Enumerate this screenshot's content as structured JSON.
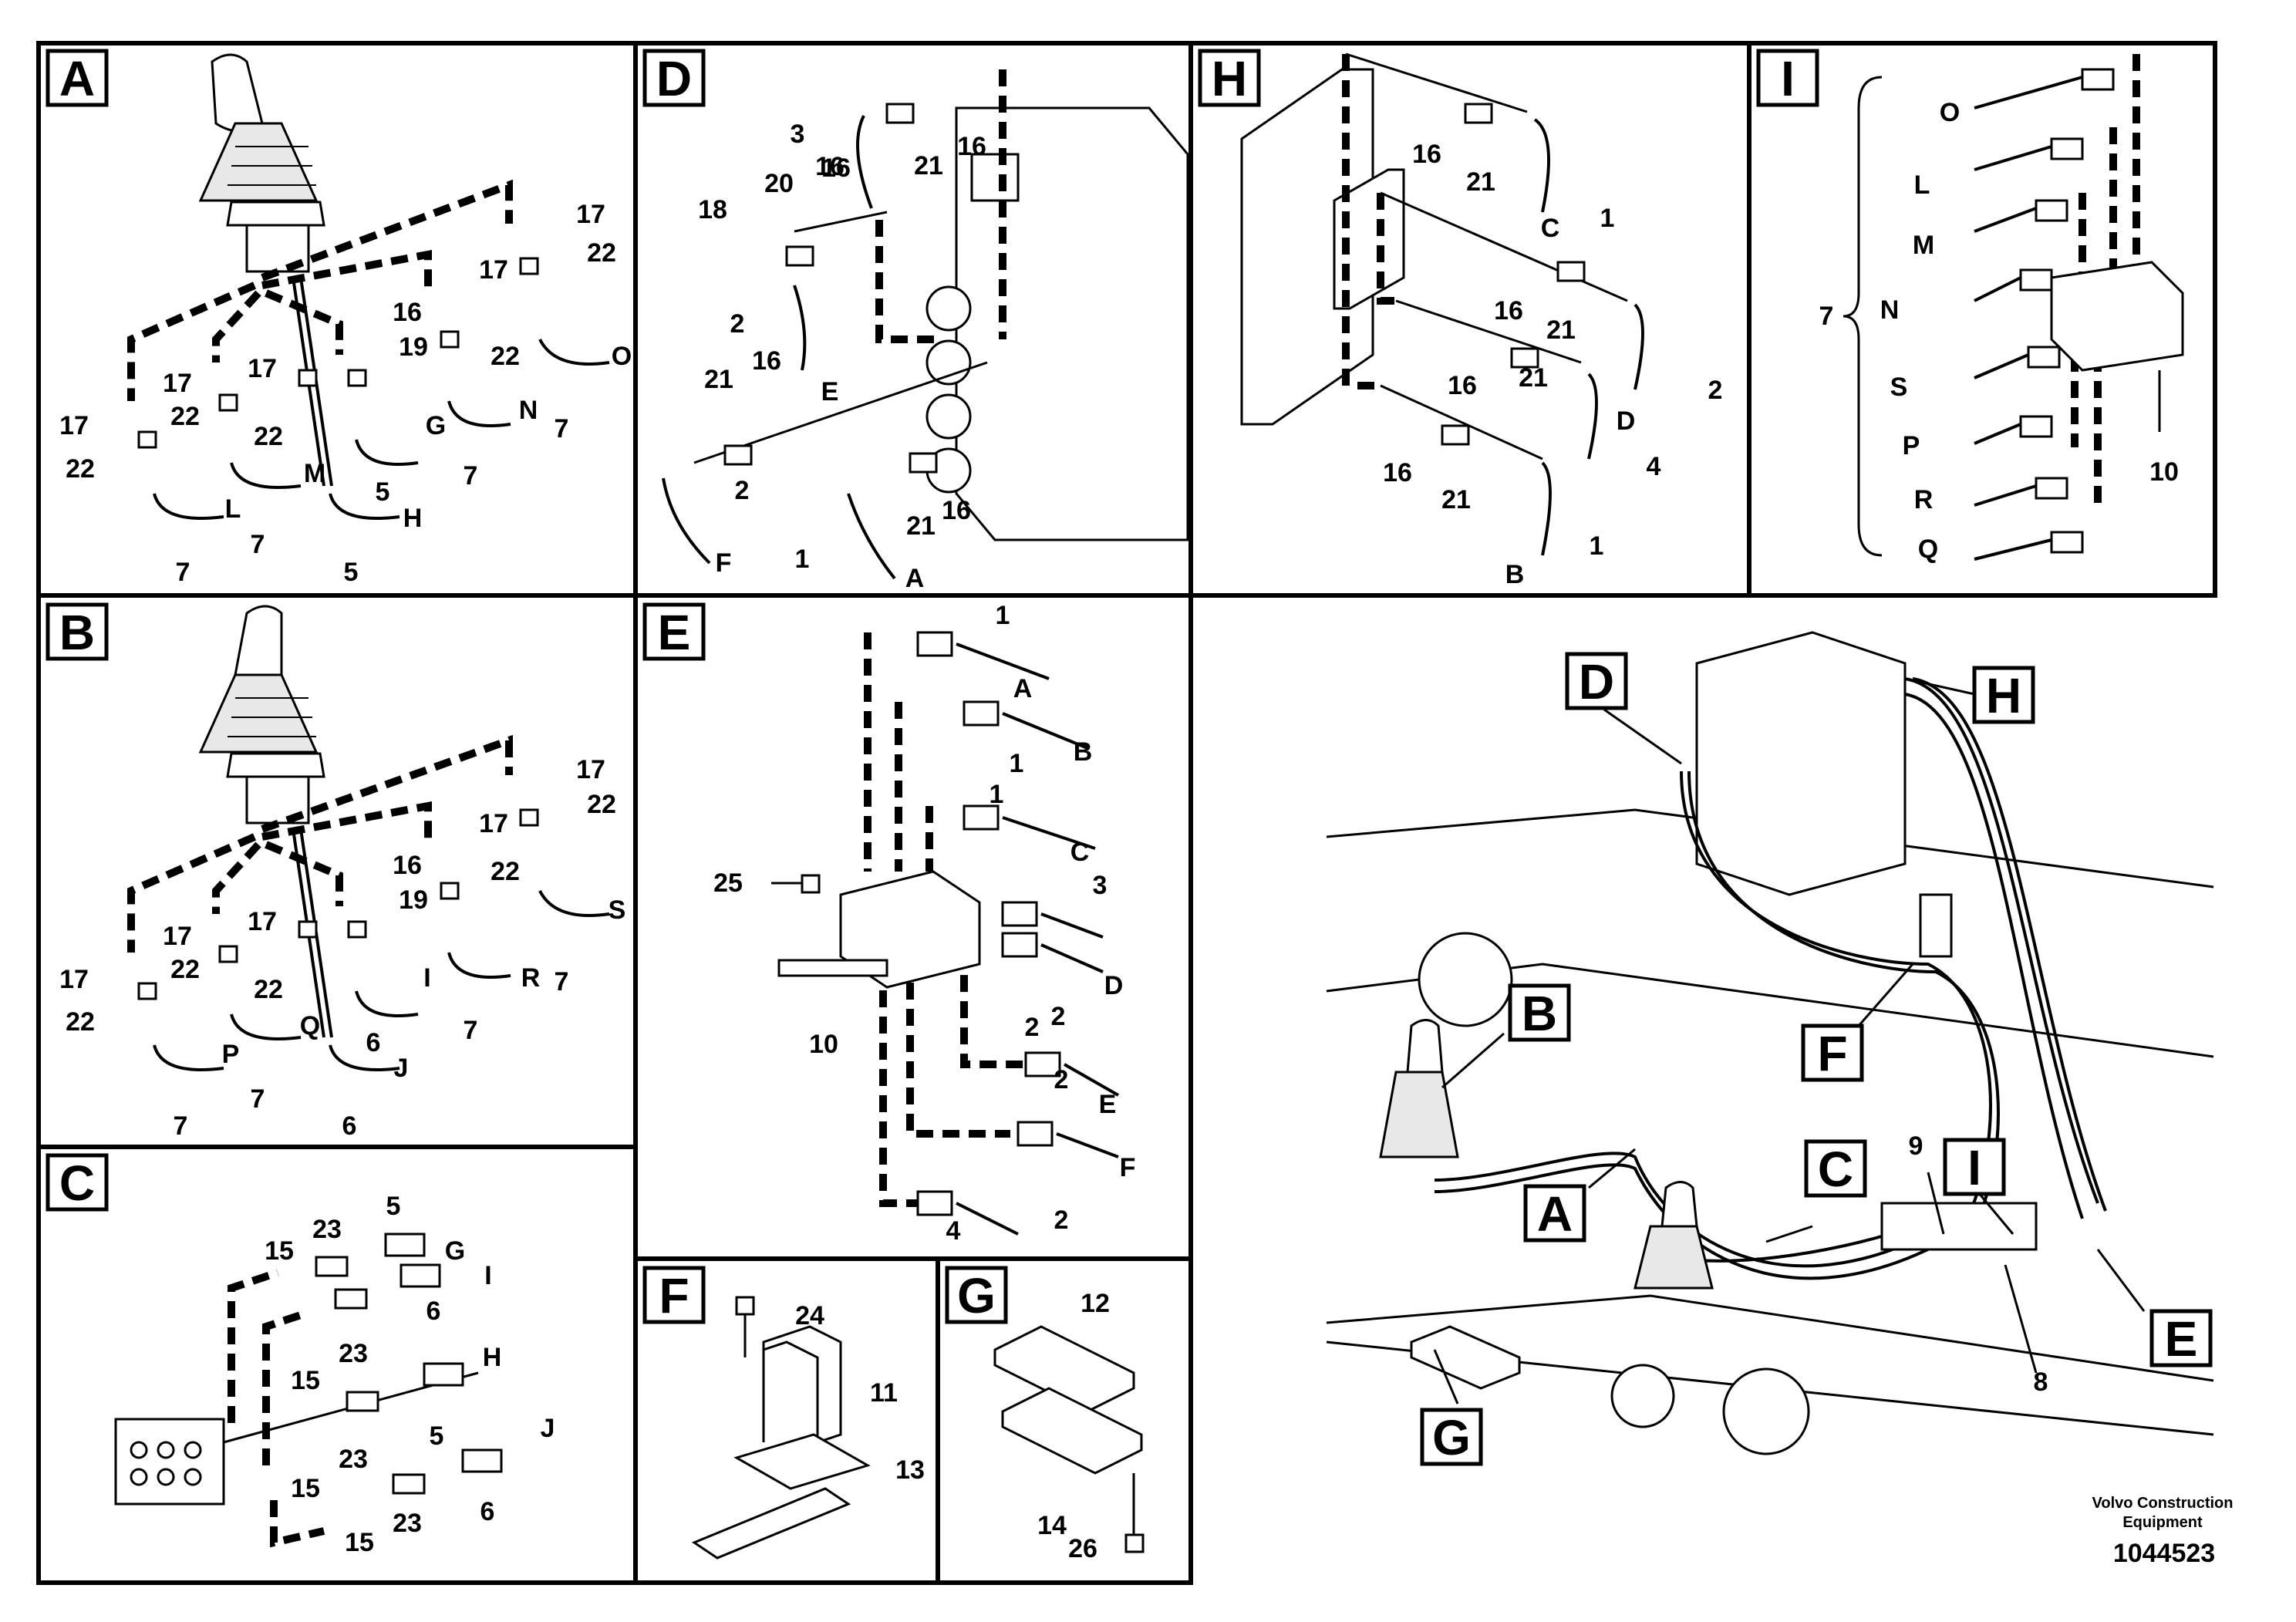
{
  "panels": [
    {
      "id": "A",
      "label": "A"
    },
    {
      "id": "B",
      "label": "B"
    },
    {
      "id": "C",
      "label": "C"
    },
    {
      "id": "D",
      "label": "D"
    },
    {
      "id": "E",
      "label": "E"
    },
    {
      "id": "F",
      "label": "F"
    },
    {
      "id": "G",
      "label": "G"
    },
    {
      "id": "H",
      "label": "H"
    },
    {
      "id": "I",
      "label": "I"
    }
  ],
  "callouts": {
    "A": [
      "17",
      "22",
      "17",
      "22",
      "17",
      "22",
      "16",
      "19",
      "17",
      "22",
      "17",
      "22",
      "7",
      "7",
      "5",
      "5",
      "7",
      "7",
      "L",
      "M",
      "H",
      "G",
      "N",
      "O"
    ],
    "B": [
      "17",
      "22",
      "17",
      "22",
      "17",
      "22",
      "16",
      "19",
      "17",
      "22",
      "17",
      "22",
      "7",
      "7",
      "6",
      "6",
      "7",
      "7",
      "P",
      "Q",
      "J",
      "I",
      "R",
      "S"
    ],
    "C": [
      "15",
      "23",
      "5",
      "G",
      "15",
      "23",
      "6",
      "I",
      "15",
      "23",
      "5",
      "H",
      "15",
      "23",
      "6",
      "J"
    ],
    "D": [
      "3",
      "16",
      "21",
      "16",
      "18",
      "20",
      "16",
      "2",
      "16",
      "E",
      "21",
      "2",
      "F",
      "1",
      "A",
      "21",
      "16"
    ],
    "E": [
      "1",
      "A",
      "1",
      "B",
      "1",
      "C",
      "3",
      "D",
      "2",
      "2",
      "E",
      "2",
      "F",
      "4",
      "2",
      "25",
      "10"
    ],
    "F": [
      "24",
      "11",
      "13"
    ],
    "G": [
      "12",
      "14",
      "26"
    ],
    "H": [
      "16",
      "21",
      "C",
      "1",
      "16",
      "21",
      "D",
      "2",
      "16",
      "21",
      "4",
      "16",
      "21",
      "B",
      "1"
    ],
    "I": [
      "O",
      "L",
      "M",
      "N",
      "S",
      "P",
      "R",
      "Q",
      "7",
      "10"
    ]
  },
  "overview": {
    "tags": [
      "D",
      "H",
      "B",
      "F",
      "A",
      "C",
      "I",
      "E",
      "G"
    ],
    "numbers": [
      "9",
      "8"
    ]
  },
  "footer": {
    "credit_line1": "Volvo Construction",
    "credit_line2": "Equipment",
    "doc_number": "1044523"
  }
}
